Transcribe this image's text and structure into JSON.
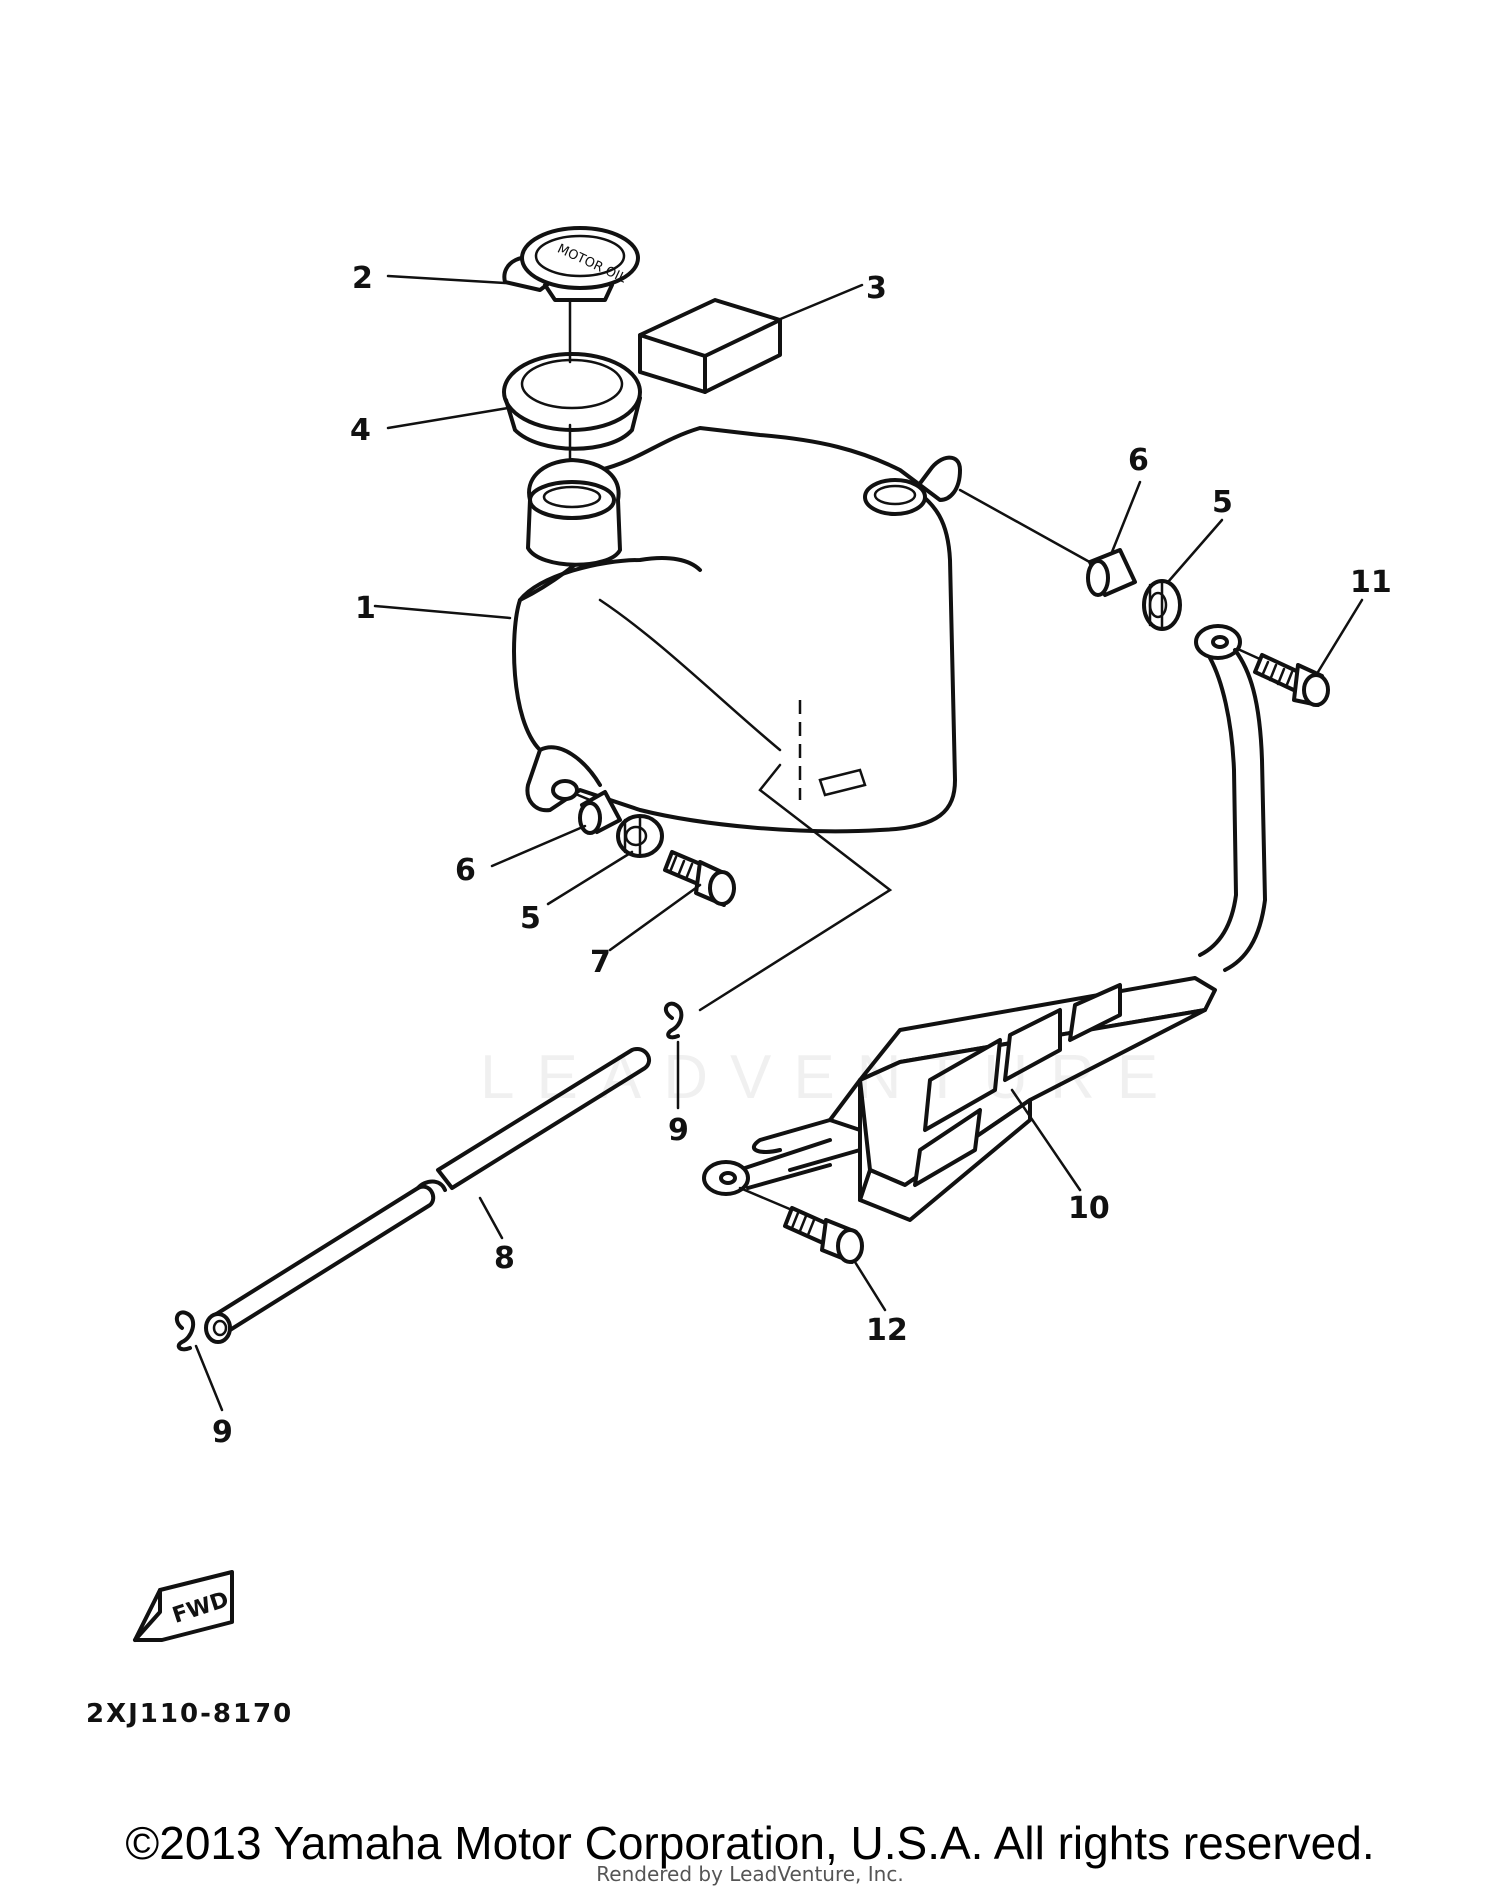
{
  "diagram": {
    "callouts": {
      "c1": "1",
      "c2": "2",
      "c3": "3",
      "c4": "4",
      "c5a": "5",
      "c5b": "5",
      "c6a": "6",
      "c6b": "6",
      "c7": "7",
      "c8": "8",
      "c9a": "9",
      "c9b": "9",
      "c10": "10",
      "c11": "11",
      "c12": "12"
    },
    "fwd_label": "FWD",
    "part_code": "2XJ110-8170",
    "watermark": "LEADVENTURE"
  },
  "footer": {
    "copyright": "©2013 Yamaha Motor Corporation, U.S.A. All rights reserved.",
    "rendered_by": "Rendered by LeadVenture, Inc."
  }
}
